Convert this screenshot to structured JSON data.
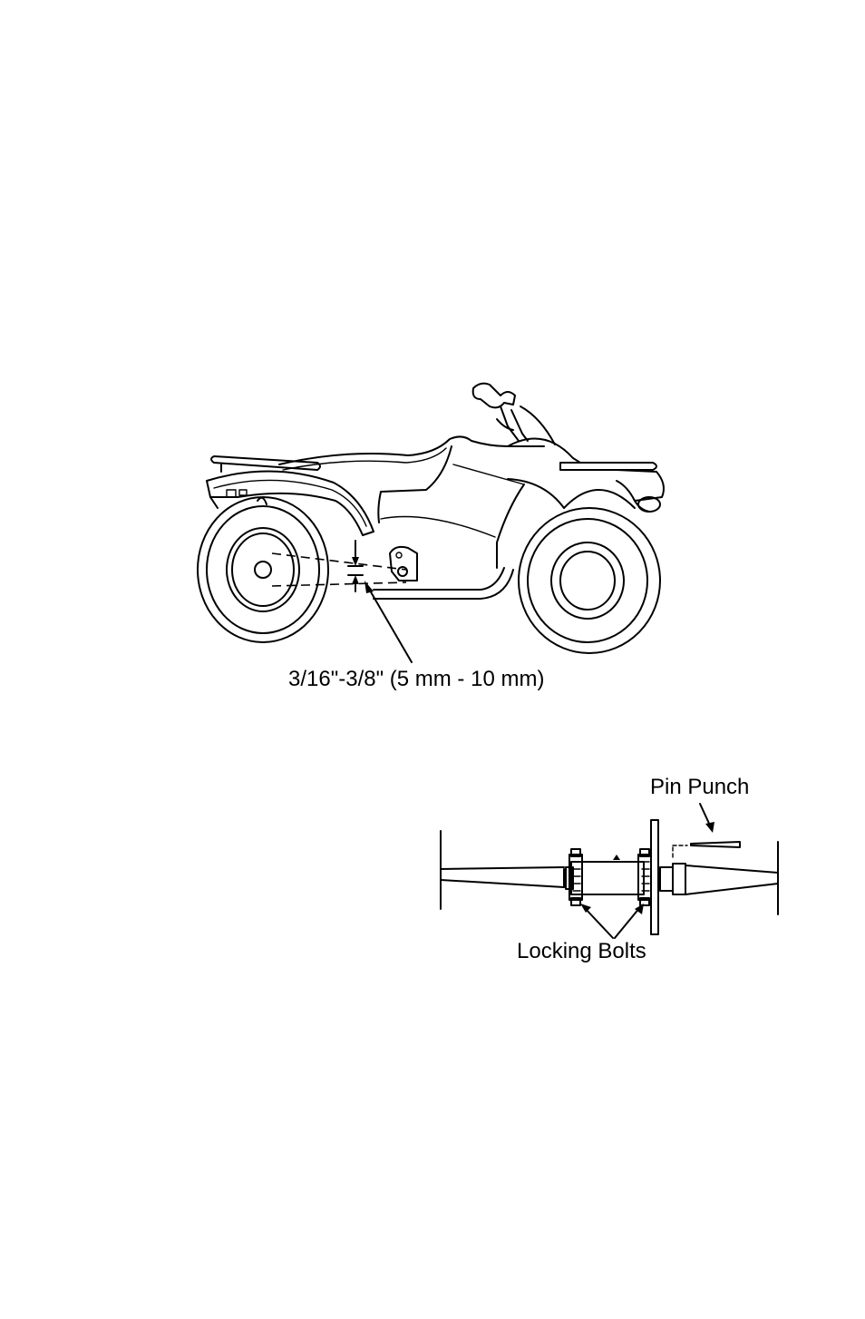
{
  "figures": {
    "atv_chain_slack": {
      "label": "3/16\"-3/8\" (5 mm - 10 mm)"
    },
    "axle_housing": {
      "pin_punch_label": "Pin Punch",
      "locking_bolts_label": "Locking Bolts"
    }
  }
}
